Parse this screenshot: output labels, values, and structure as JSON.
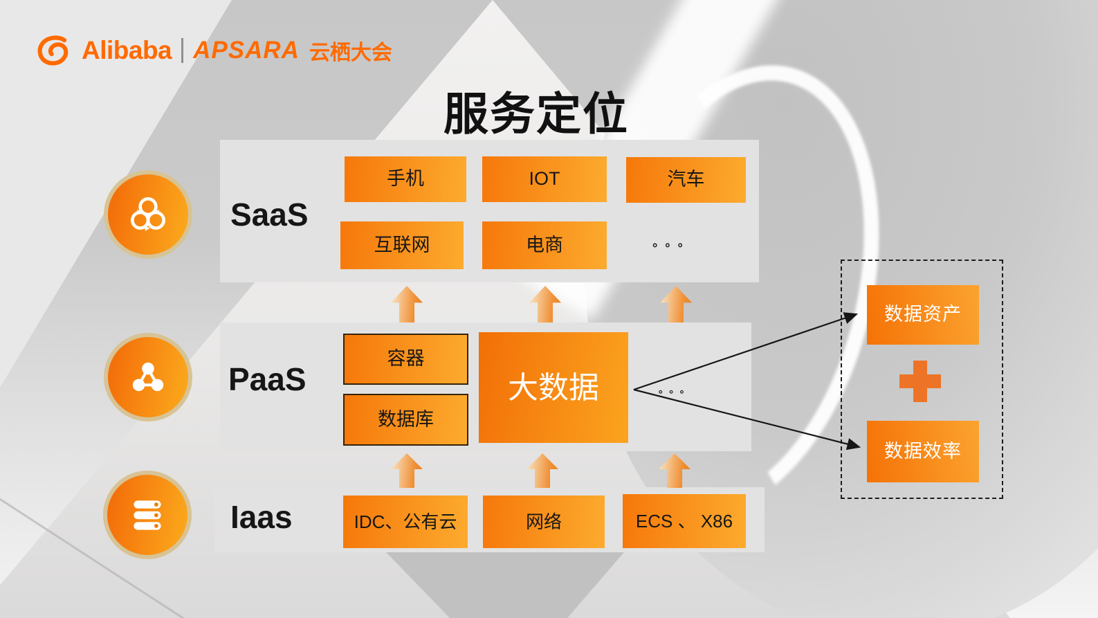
{
  "brand": {
    "name": "Alibaba",
    "product": "APSARA",
    "conference": "云栖大会",
    "accent_color": "#ff6a00"
  },
  "title": "服务定位",
  "layers": {
    "saas": {
      "label": "SaaS",
      "icon": "sync-rings-icon",
      "row1": [
        {
          "label": "手机"
        },
        {
          "label": "IOT"
        },
        {
          "label": "汽车"
        }
      ],
      "row2": [
        {
          "label": "互联网"
        },
        {
          "label": "电商"
        }
      ],
      "ellipsis": "∘∘∘"
    },
    "paas": {
      "label": "PaaS",
      "icon": "network-nodes-icon",
      "side_boxes": [
        {
          "label": "容器"
        },
        {
          "label": "数据库"
        }
      ],
      "main_box": {
        "label": "大数据"
      },
      "ellipsis": "∘∘∘"
    },
    "iaas": {
      "label": "Iaas",
      "icon": "server-stack-icon",
      "boxes": [
        {
          "label": "IDC、公有云"
        },
        {
          "label": "网络"
        },
        {
          "label": "ECS 、 X86"
        }
      ]
    }
  },
  "outcomes": {
    "top": {
      "label": "数据资产"
    },
    "plus": "+",
    "bottom": {
      "label": "数据效率"
    }
  },
  "colors": {
    "band_gray": "#e3e2e2",
    "box_gradient_start": "#f6780a",
    "box_gradient_end": "#fcab2e",
    "big_box_text": "#ffffff",
    "plus_orange": "#ed7426",
    "connector_black": "#161616",
    "circle_ring_tan": "#d8c395"
  }
}
